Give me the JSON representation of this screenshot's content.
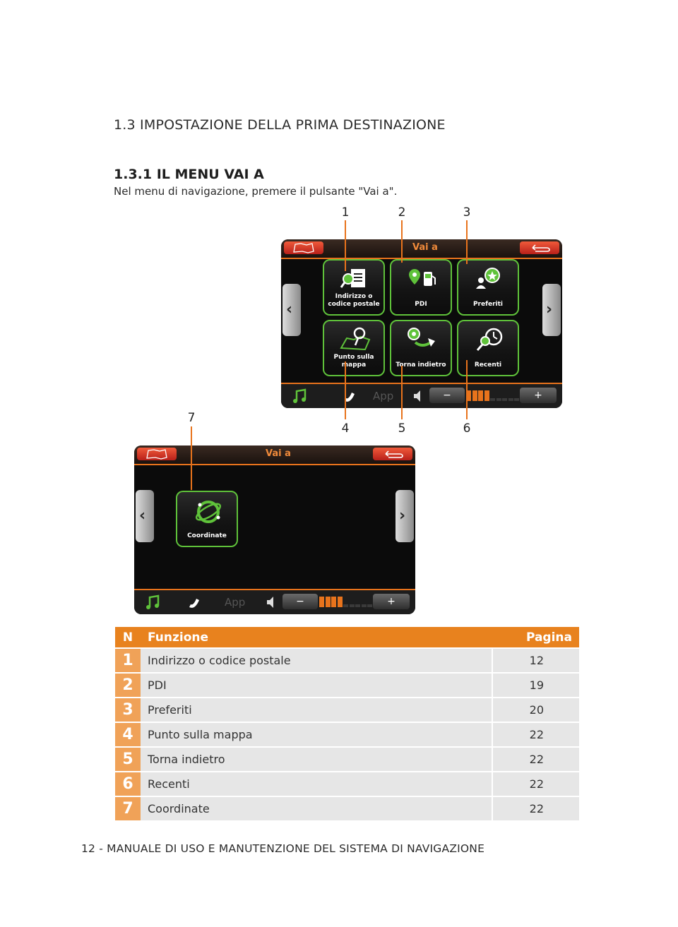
{
  "section_title": "1.3 IMPOSTAZIONE DELLA PRIMA DESTINAZIONE",
  "subsection_title": "1.3.1 IL MENU VAI A",
  "intro_text": "Nel menu di navigazione, premere il pulsante \"Vai a\".",
  "callouts": [
    "1",
    "2",
    "3",
    "4",
    "5",
    "6",
    "7"
  ],
  "screen1": {
    "title": "Vai a",
    "tiles": [
      {
        "label": "Indirizzo o codice postale",
        "icon": "address-search-icon"
      },
      {
        "label": "PDI",
        "icon": "poi-fuel-icon"
      },
      {
        "label": "Preferiti",
        "icon": "favorites-star-icon"
      },
      {
        "label": "Punto sulla mappa",
        "icon": "map-pin-icon"
      },
      {
        "label": "Torna indietro",
        "icon": "return-route-icon"
      },
      {
        "label": "Recenti",
        "icon": "recent-clock-icon"
      }
    ],
    "app_label": "App",
    "vol_minus": "−",
    "vol_plus": "+",
    "volume_level": 0.6
  },
  "screen2": {
    "title": "Vai a",
    "tiles": [
      {
        "label": "Coordinate",
        "icon": "globe-coordinates-icon"
      }
    ],
    "app_label": "App",
    "vol_minus": "−",
    "vol_plus": "+",
    "volume_level": 0.6
  },
  "table": {
    "headers": {
      "n": "N",
      "funzione": "Funzione",
      "pagina": "Pagina"
    },
    "rows": [
      {
        "n": "1",
        "funzione": "Indirizzo o codice postale",
        "pagina": "12"
      },
      {
        "n": "2",
        "funzione": "PDI",
        "pagina": "19"
      },
      {
        "n": "3",
        "funzione": "Preferiti",
        "pagina": "20"
      },
      {
        "n": "4",
        "funzione": "Punto sulla mappa",
        "pagina": "22"
      },
      {
        "n": "5",
        "funzione": "Torna indietro",
        "pagina": "22"
      },
      {
        "n": "6",
        "funzione": "Recenti",
        "pagina": "22"
      },
      {
        "n": "7",
        "funzione": "Coordinate",
        "pagina": "22"
      }
    ]
  },
  "footer": "12 - MANUALE DI USO E MANUTENZIONE DEL SISTEMA DI NAVIGAZIONE",
  "colors": {
    "accent": "#e8821e",
    "tile_border": "#5fc23a",
    "screen_bg": "#0b0b0b"
  }
}
